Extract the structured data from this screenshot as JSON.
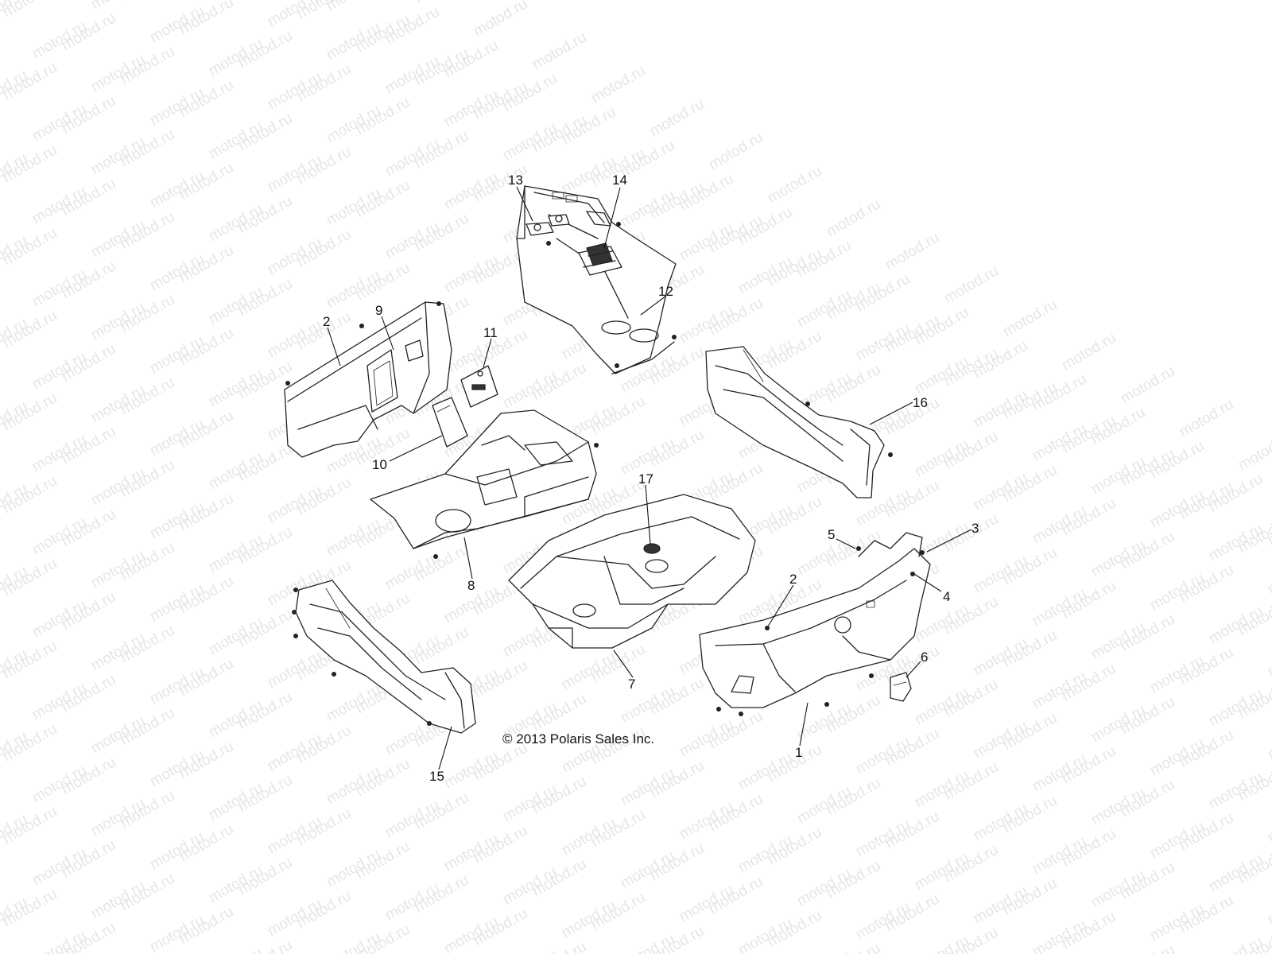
{
  "watermark": "motod.ru",
  "copyright": "© 2013 Polaris Sales Inc.",
  "callouts": {
    "c1": "1",
    "c2a": "2",
    "c2b": "2",
    "c3": "3",
    "c4": "4",
    "c5": "5",
    "c6": "6",
    "c7": "7",
    "c8": "8",
    "c9": "9",
    "c10": "10",
    "c11": "11",
    "c12": "12",
    "c13": "13",
    "c14": "14",
    "c15": "15",
    "c16": "16",
    "c17": "17"
  }
}
